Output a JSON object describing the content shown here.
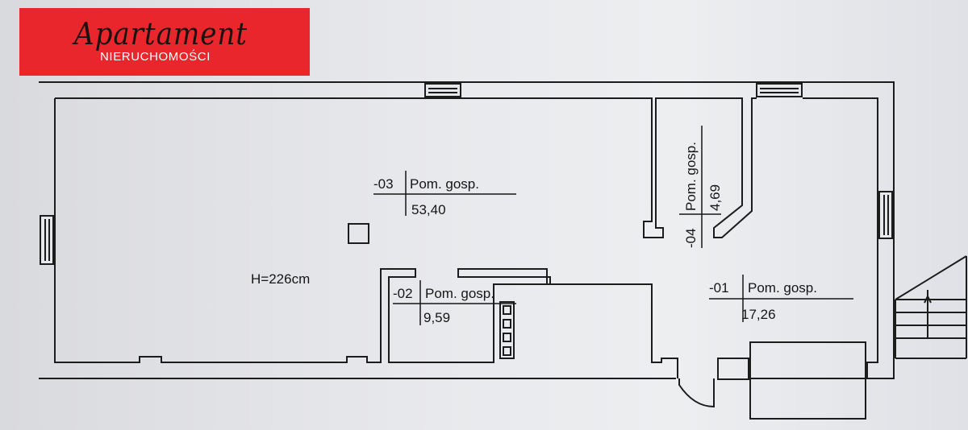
{
  "logo": {
    "script": "Apartament",
    "sub": "NIERUCHOMOŚCI"
  },
  "ceiling_height": "H=226cm",
  "rooms": [
    {
      "code": "-03",
      "name": "Pom. gosp.",
      "area": "53,40"
    },
    {
      "code": "-04",
      "name": "Pom. gosp.",
      "area": "4,69"
    },
    {
      "code": "-02",
      "name": "Pom. gosp.",
      "area": "9,59"
    },
    {
      "code": "-01",
      "name": "Pom. gosp.",
      "area": "17,26"
    }
  ],
  "colors": {
    "logo_bg": "#e8262c",
    "ink": "#161616",
    "paper": "#e6e7eb"
  }
}
